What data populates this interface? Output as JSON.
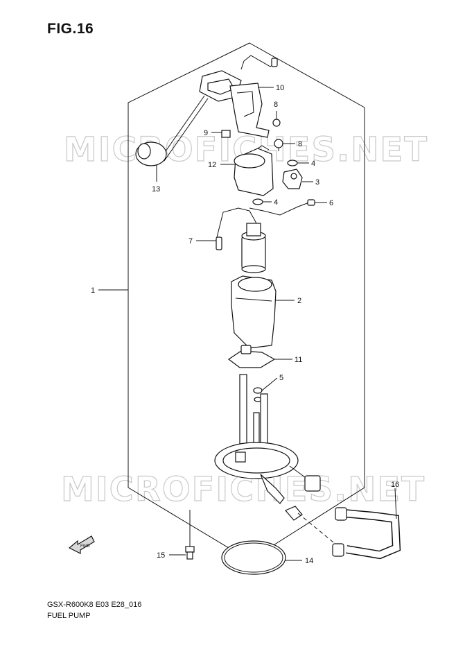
{
  "figure": {
    "title": "FIG.16"
  },
  "watermark": {
    "text": "MICROFICHES.NET"
  },
  "callouts": {
    "p1": "1",
    "p2": "2",
    "p3": "3",
    "p4a": "4",
    "p4b": "4",
    "p5": "5",
    "p6": "6",
    "p7": "7",
    "p8a": "8",
    "p8b": "8",
    "p9": "9",
    "p10": "10",
    "p11": "11",
    "p12": "12",
    "p13": "13",
    "p14": "14",
    "p15": "15",
    "p16": "16"
  },
  "fwd": {
    "label": "FWD"
  },
  "footer": {
    "model_code": "GSX-R600K8 E03 E28_016",
    "name": "FUEL PUMP"
  }
}
